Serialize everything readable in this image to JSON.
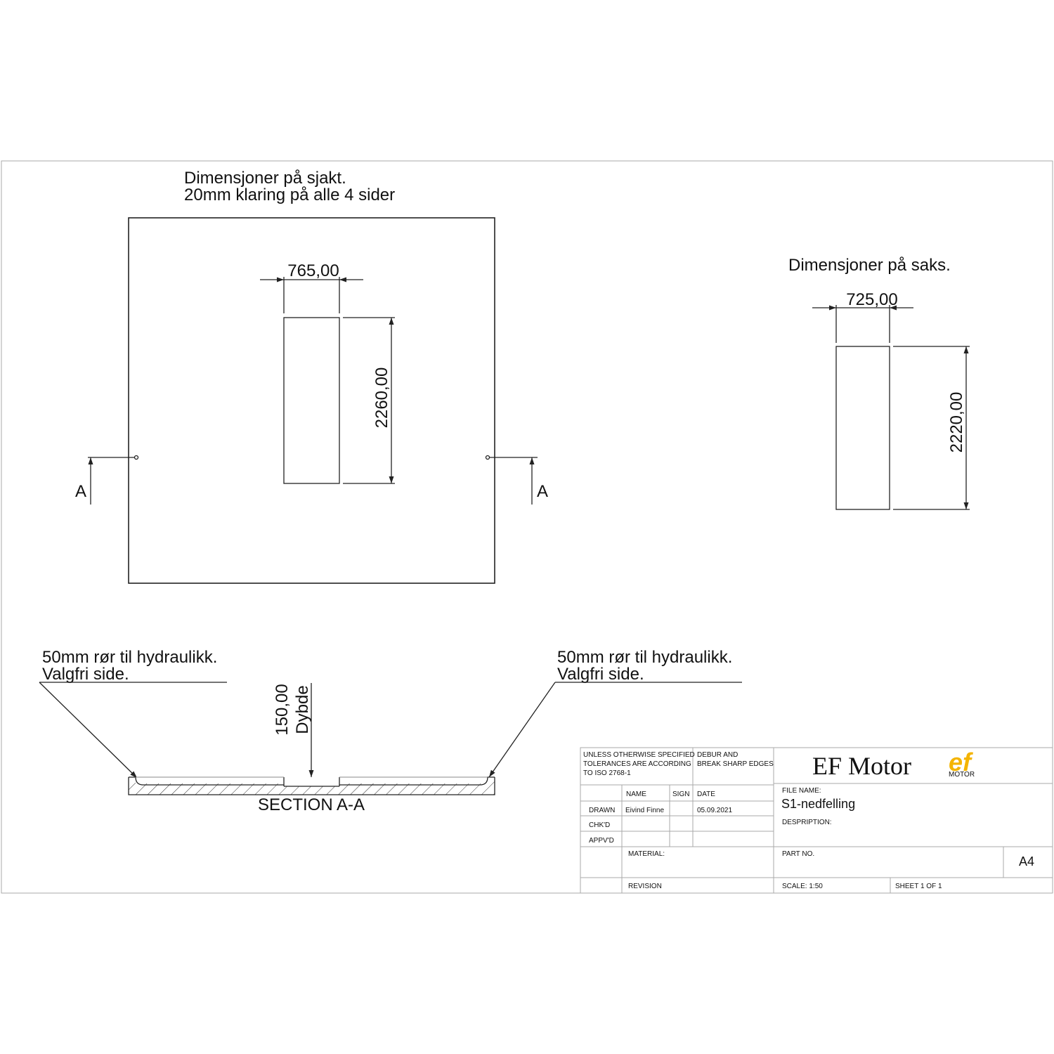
{
  "titles": {
    "shaft_line1": "Dimensjoner på sjakt.",
    "shaft_line2": "20mm klaring på alle 4 sider",
    "scissor": "Dimensjoner på saks."
  },
  "dimensions": {
    "shaft_width": "765,00",
    "shaft_height": "2260,00",
    "scissor_width": "725,00",
    "scissor_height": "2220,00",
    "depth_value": "150,00",
    "depth_label": "Dybde"
  },
  "section": {
    "marker_left": "A",
    "marker_right": "A",
    "label": "SECTION A-A"
  },
  "notes": {
    "left_line1": "50mm rør til hydraulikk.",
    "left_line2": "Valgfri side.",
    "right_line1": "50mm rør til hydraulikk.",
    "right_line2": "Valgfri side."
  },
  "title_block": {
    "tolerance_line1": "UNLESS OTHERWISE SPECIFIED",
    "tolerance_line2": "TOLERANCES ARE ACCORDING",
    "tolerance_line3": "TO ISO 2768-1",
    "debur_line1": "DEBUR AND",
    "debur_line2": "BREAK SHARP EDGES",
    "company": "EF Motor",
    "logo_text": "ef",
    "logo_sub": "MOTOR",
    "col_name": "NAME",
    "col_sign": "SIGN",
    "col_date": "DATE",
    "row_drawn": "DRAWN",
    "row_chkd": "CHK'D",
    "row_apprd": "APPV'D",
    "drawn_name": "Eivind Finne",
    "drawn_date": "05.09.2021",
    "file_name_label": "FILE NAME:",
    "file_name": "S1-nedfelling",
    "description_label": "DESPRIPTION:",
    "material_label": "MATERIAL:",
    "part_no_label": "PART NO.",
    "size": "A4",
    "revision_label": "REVISION",
    "scale": "SCALE: 1:50",
    "sheet": "SHEET 1 OF 1"
  },
  "colors": {
    "logo": "#f4b400",
    "line": "#222222"
  }
}
